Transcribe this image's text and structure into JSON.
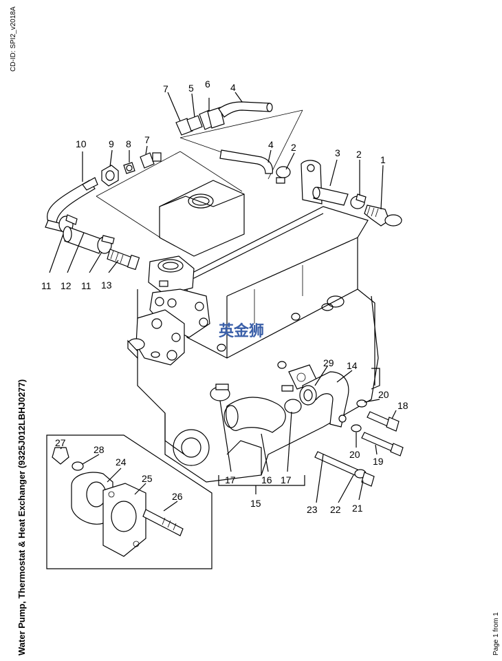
{
  "header": {
    "cd_id": "CD-ID: SPI2_v2018A"
  },
  "title": "Water Pump, Thermostat & Heat Exchanger (9325J012LBHJ0277)",
  "footer": "Page 1 from 1",
  "watermark": "英金狮",
  "callouts": {
    "c1": "1",
    "c2a": "2",
    "c2b": "2",
    "c3": "3",
    "c4a": "4",
    "c4b": "4",
    "c5": "5",
    "c6": "6",
    "c7a": "7",
    "c7b": "7",
    "c8": "8",
    "c9": "9",
    "c10": "10",
    "c11a": "11",
    "c11b": "11",
    "c12": "12",
    "c13": "13",
    "c14": "14",
    "c15": "15",
    "c16": "16",
    "c17a": "17",
    "c17b": "17",
    "c18": "18",
    "c19": "19",
    "c20a": "20",
    "c20b": "20",
    "c21": "21",
    "c22": "22",
    "c23": "23",
    "c24": "24",
    "c25": "25",
    "c26": "26",
    "c27": "27",
    "c28": "28",
    "c29": "29"
  }
}
